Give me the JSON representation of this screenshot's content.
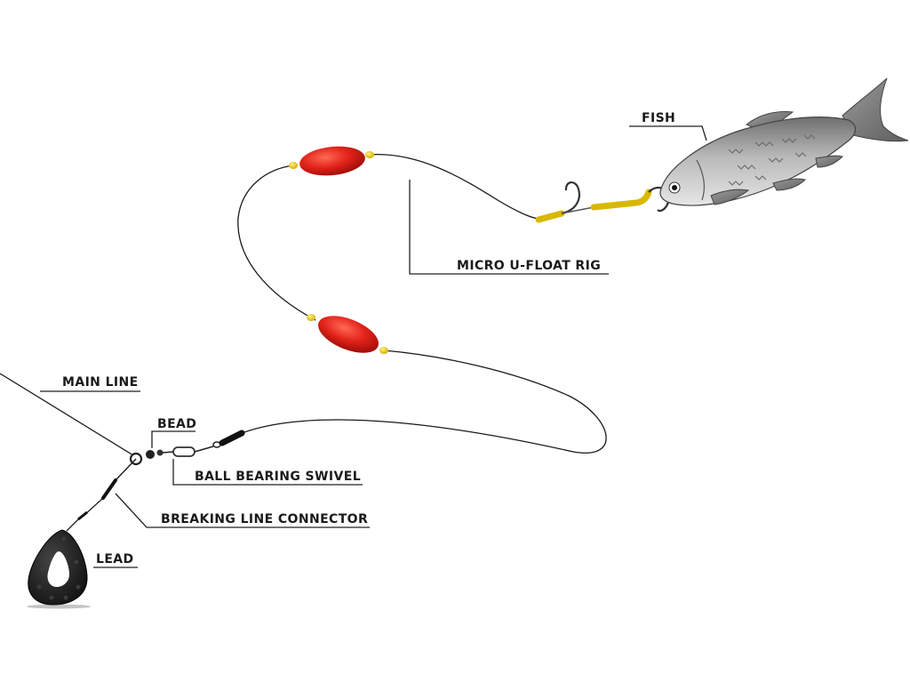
{
  "labels": {
    "fish": "FISH",
    "rig": "MICRO U-FLOAT RIG",
    "main_line": "MAIN LINE",
    "bead": "BEAD",
    "swivel": "BALL BEARING SWIVEL",
    "connector": "BREAKING LINE CONNECTOR",
    "lead": "LEAD"
  },
  "colors": {
    "float": "#e2231a",
    "float_stop": "#f2c500",
    "hook_sleeve": "#e0c000",
    "lead": "#1e1e1e",
    "fish_body": "#a9a9a9",
    "line": "#1a1a1a"
  }
}
